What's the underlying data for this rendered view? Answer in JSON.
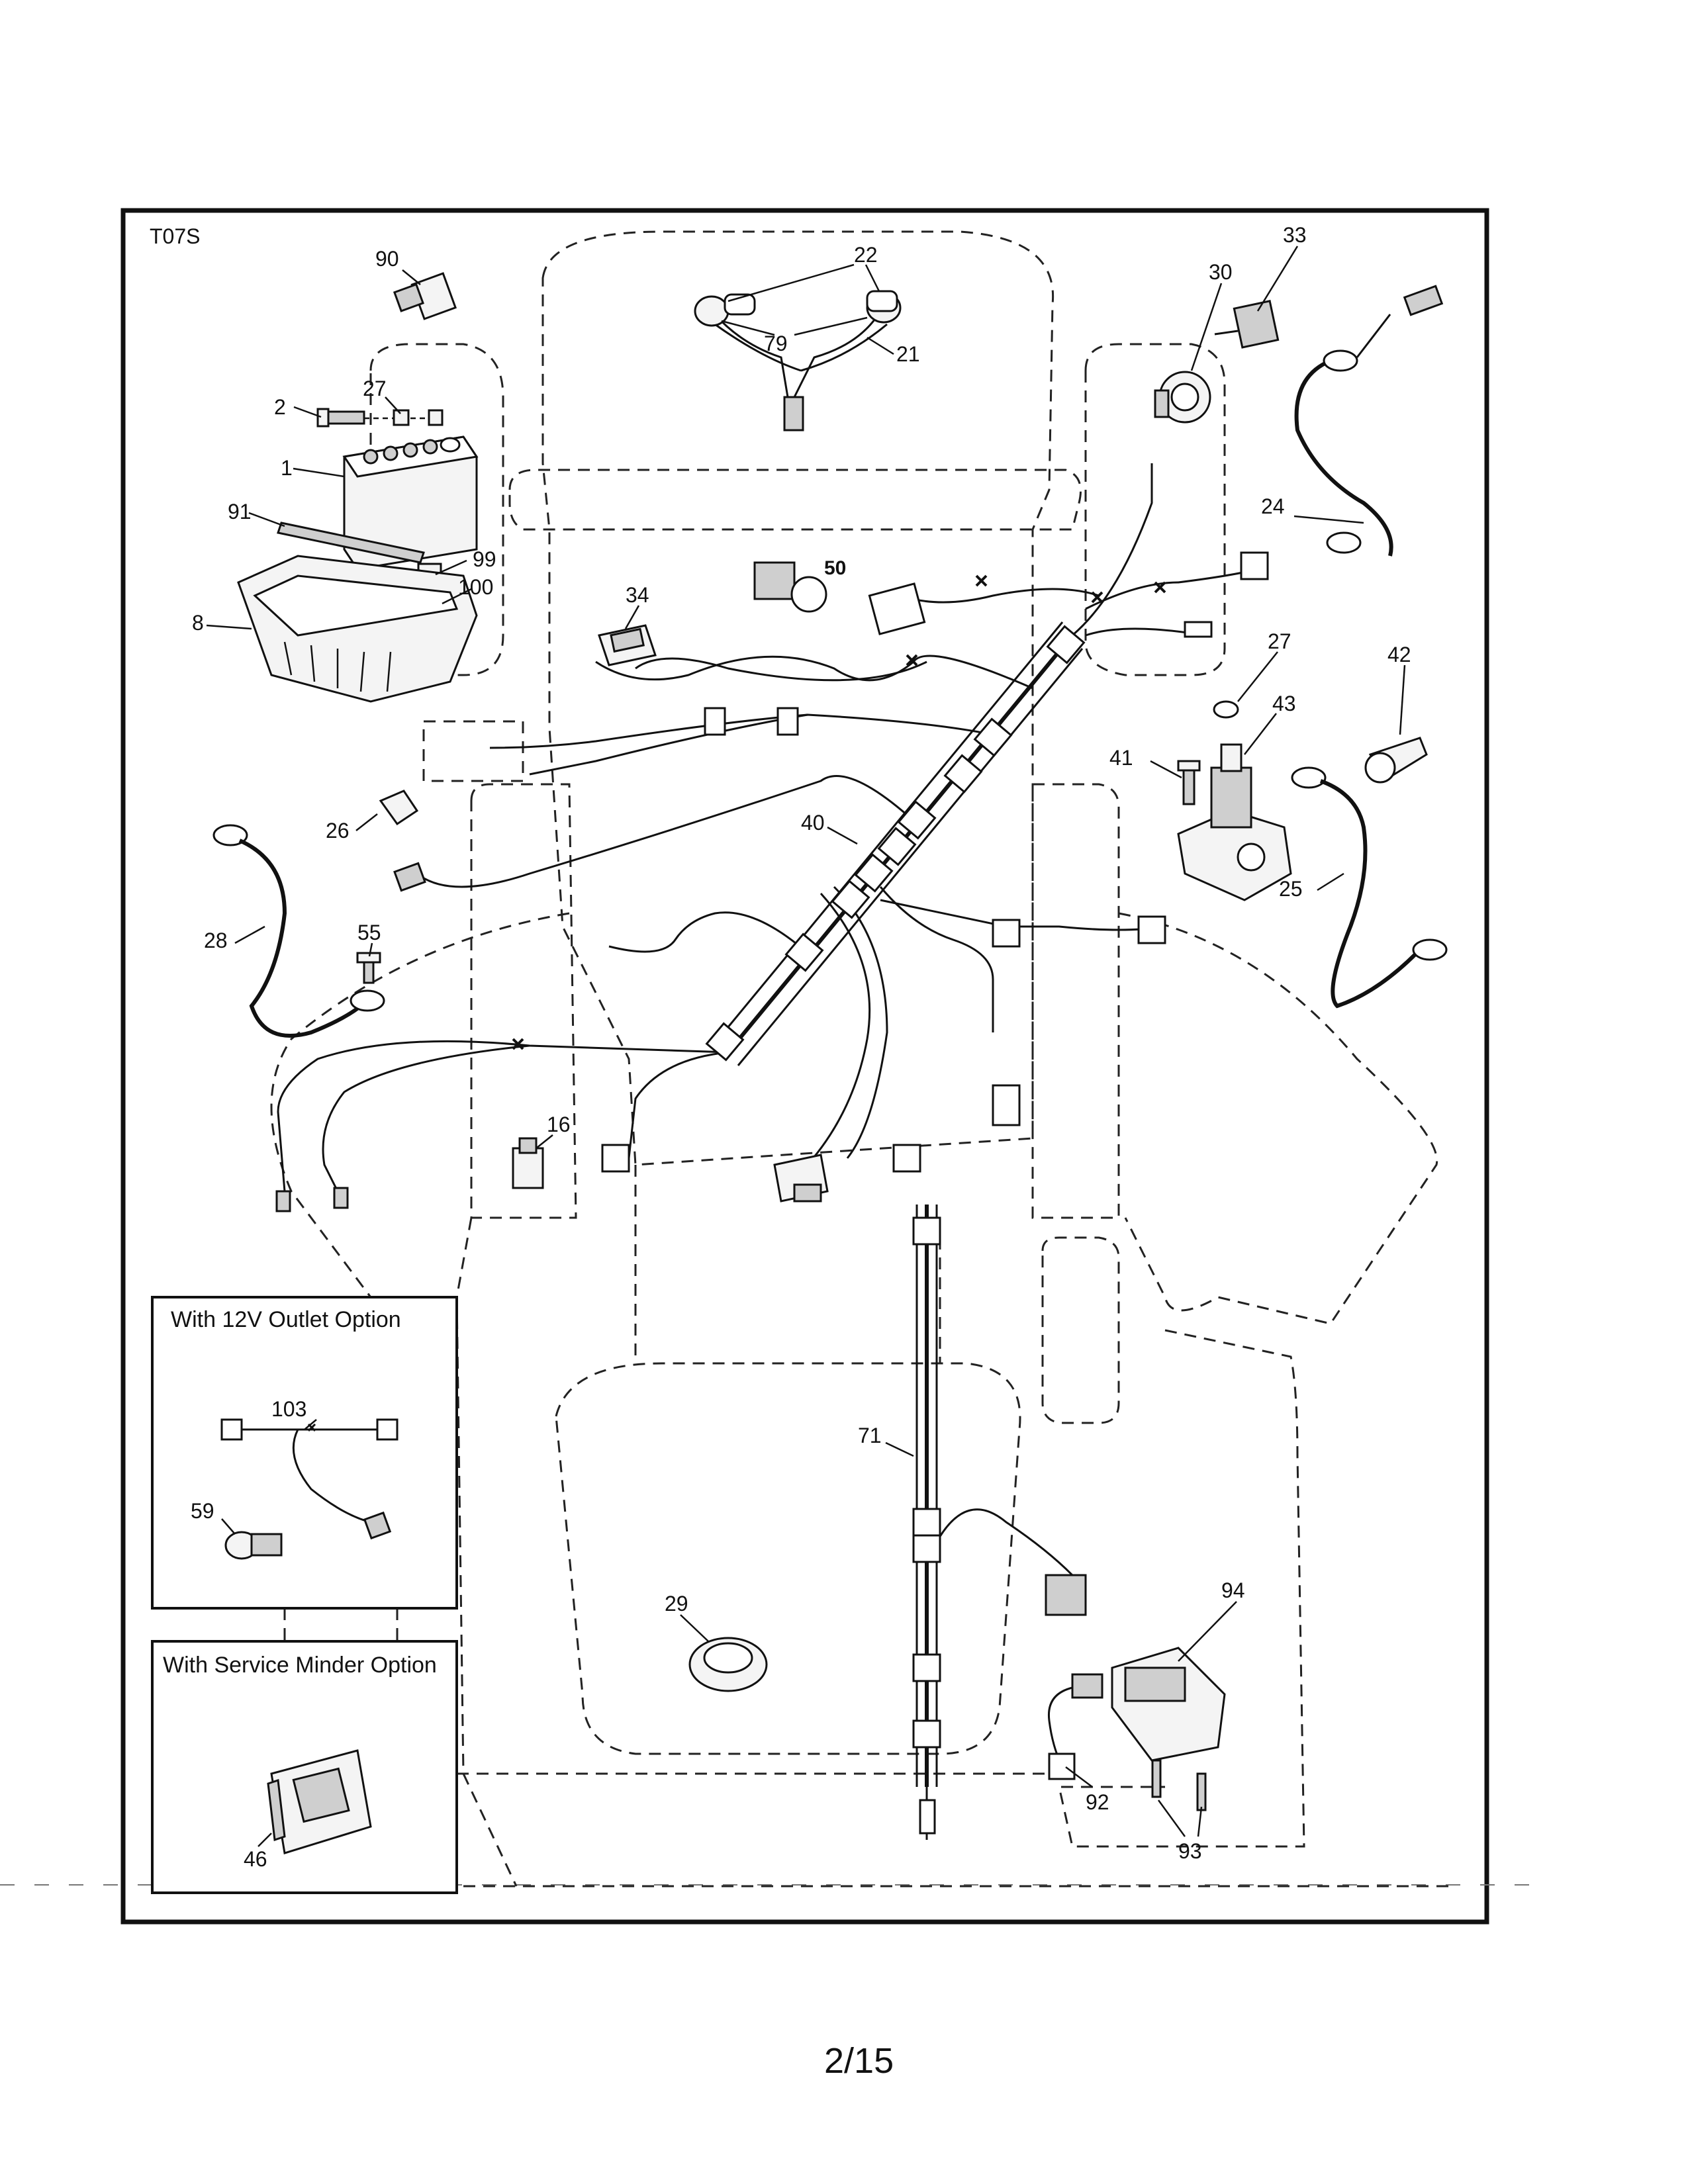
{
  "diagram": {
    "code": "T07S",
    "page_number": "2/15",
    "insets": {
      "outlet": {
        "title": "With 12V Outlet Option"
      },
      "minder": {
        "title": "With Service Minder Option"
      }
    },
    "callouts": {
      "c90": "90",
      "c22": "22",
      "c33": "33",
      "c30": "30",
      "c79": "79",
      "c21": "21",
      "c27a": "27",
      "c2": "2",
      "c1": "1",
      "c91": "91",
      "c99": "99",
      "c100": "100",
      "c8": "8",
      "c24": "24",
      "c34": "34",
      "c50": "50",
      "c27b": "27",
      "c42": "42",
      "c43": "43",
      "c41": "41",
      "c26": "26",
      "c40": "40",
      "c28": "28",
      "c25": "25",
      "c55": "55",
      "c16": "16",
      "c103": "103",
      "c59": "59",
      "c71": "71",
      "c94": "94",
      "c29": "29",
      "c46": "46",
      "c92": "92",
      "c93": "93"
    }
  }
}
